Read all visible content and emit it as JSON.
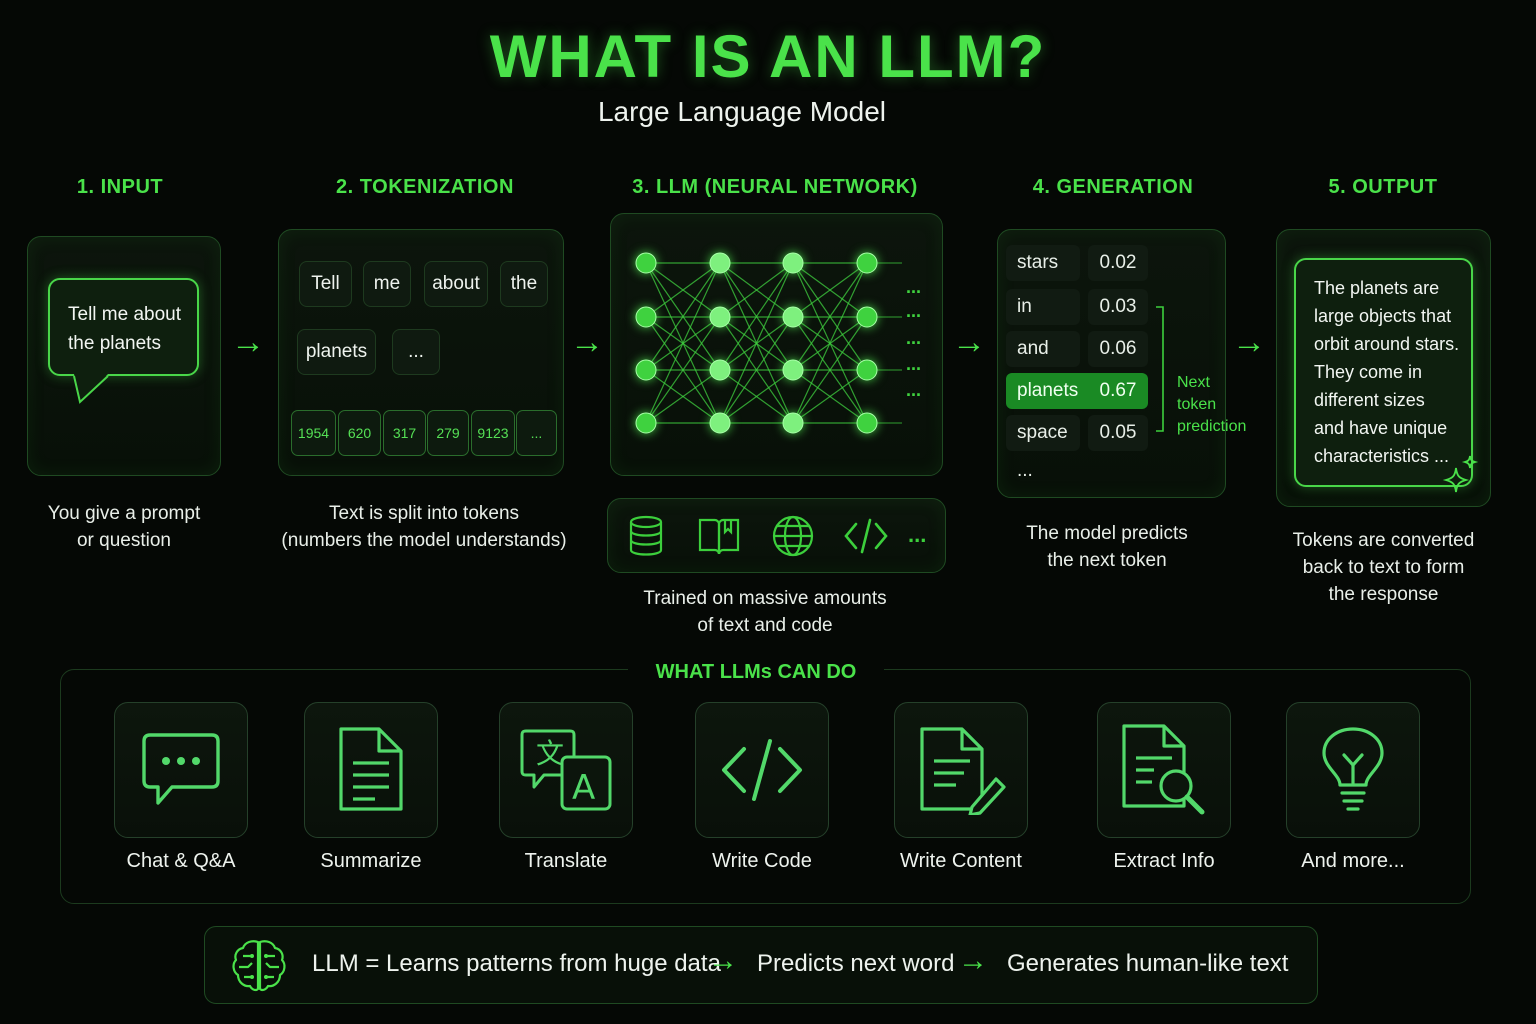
{
  "title": "WHAT IS AN LLM?",
  "subtitle": "Large Language Model",
  "steps": [
    {
      "heading": "1. INPUT",
      "caption_lines": [
        "You give a prompt",
        "or question"
      ]
    },
    {
      "heading": "2. TOKENIZATION",
      "caption_lines": [
        "Text is split into tokens",
        "(numbers the model understands)"
      ]
    },
    {
      "heading": "3. LLM (NEURAL NETWORK)",
      "caption_lines": [
        "Trained on massive amounts",
        "of text and code"
      ]
    },
    {
      "heading": "4. GENERATION",
      "caption_lines": [
        "The model predicts",
        "the next token"
      ]
    },
    {
      "heading": "5. OUTPUT",
      "caption_lines": [
        "Tokens are converted",
        "back to text to form",
        "the response"
      ]
    }
  ],
  "input": {
    "prompt_lines": [
      "Tell me about",
      "the planets"
    ]
  },
  "tokenization": {
    "word_tokens": [
      "Tell",
      "me",
      "about",
      "the",
      "planets",
      "..."
    ],
    "token_ids": [
      "1954",
      "620",
      "317",
      "279",
      "9123",
      "..."
    ]
  },
  "network": {
    "continuation": "...",
    "training_icons": [
      "database-icon",
      "book-icon",
      "globe-icon",
      "code-icon"
    ],
    "training_more": "..."
  },
  "generation": {
    "rows": [
      {
        "token": "stars",
        "prob": "0.02"
      },
      {
        "token": "in",
        "prob": "0.03"
      },
      {
        "token": "and",
        "prob": "0.06"
      },
      {
        "token": "planets",
        "prob": "0.67",
        "highlight": true
      },
      {
        "token": "space",
        "prob": "0.05"
      }
    ],
    "more": "...",
    "note_lines": [
      "Next",
      "token",
      "prediction"
    ]
  },
  "output": {
    "response_lines": [
      "The planets are",
      "large objects that",
      "orbit around stars.",
      "They come in",
      "different sizes",
      "and have unique",
      "characteristics ..."
    ]
  },
  "capabilities": {
    "heading": "WHAT LLMs CAN DO",
    "items": [
      {
        "label": "Chat & Q&A",
        "icon": "chat-icon"
      },
      {
        "label": "Summarize",
        "icon": "document-icon"
      },
      {
        "label": "Translate",
        "icon": "translate-icon"
      },
      {
        "label": "Write Code",
        "icon": "code-icon"
      },
      {
        "label": "Write Content",
        "icon": "write-icon"
      },
      {
        "label": "Extract Info",
        "icon": "extract-icon"
      },
      {
        "label": "And more...",
        "icon": "lightbulb-icon"
      }
    ]
  },
  "summary": {
    "icon": "brain-icon",
    "parts": [
      "LLM = Learns patterns from huge data",
      "Predicts next word",
      "Generates human-like text"
    ]
  },
  "colors": {
    "accent": "#4ae24a",
    "background": "#050805",
    "highlight": "#1a8a24"
  }
}
